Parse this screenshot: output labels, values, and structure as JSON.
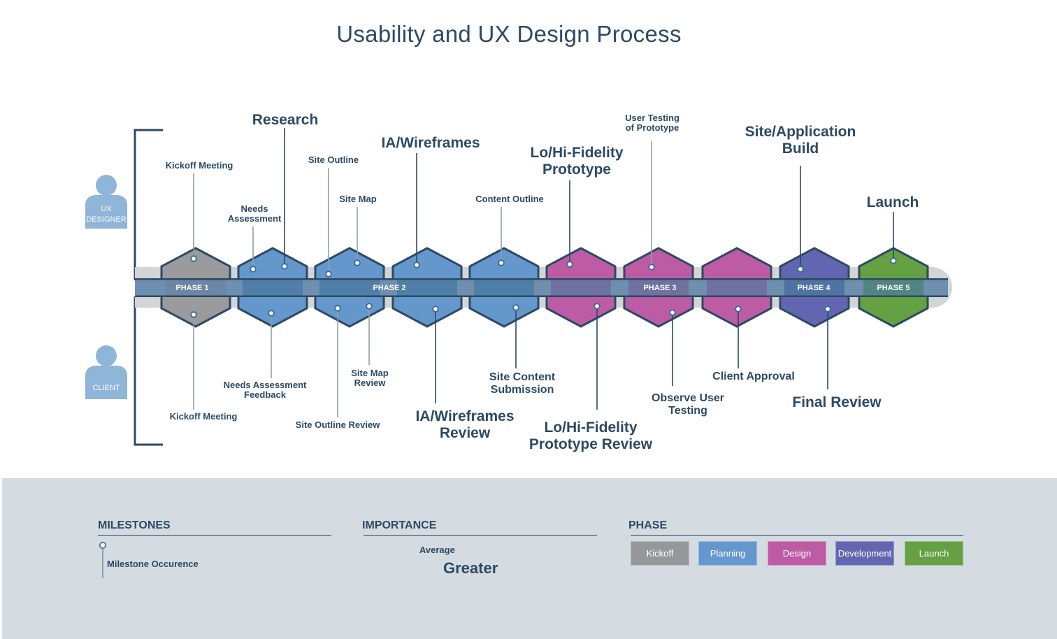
{
  "title": "Usability and UX Design Process",
  "roles": {
    "designer": {
      "label_line1": "UX",
      "label_line2": "DESIGNER"
    },
    "client": {
      "label": "CLIENT"
    }
  },
  "colors": {
    "kickoff": "#9a9b9d",
    "planning": "#6498cd",
    "design": "#bd5ca4",
    "development": "#6266b0",
    "launch": "#65a042",
    "outline": "#2c4a63",
    "band": "#4f7ea6",
    "track": "#d3d4d6",
    "minor_line": "#8ea0b1"
  },
  "phases": [
    {
      "label": "PHASE 1"
    },
    {
      "label": "PHASE 2"
    },
    {
      "label": "PHASE 3"
    },
    {
      "label": "PHASE 4"
    },
    {
      "label": "PHASE 5"
    }
  ],
  "hexagons": [
    {
      "phase": "kickoff"
    },
    {
      "phase": "planning"
    },
    {
      "phase": "planning"
    },
    {
      "phase": "planning"
    },
    {
      "phase": "planning"
    },
    {
      "phase": "design"
    },
    {
      "phase": "design"
    },
    {
      "phase": "design"
    },
    {
      "phase": "development"
    },
    {
      "phase": "launch"
    }
  ],
  "designer_milestones": [
    {
      "lines": [
        "Kickoff Meeting"
      ],
      "importance": "average"
    },
    {
      "lines": [
        "Needs",
        "Assessment"
      ],
      "importance": "average"
    },
    {
      "lines": [
        "Research"
      ],
      "importance": "greater"
    },
    {
      "lines": [
        "Site Outline"
      ],
      "importance": "average"
    },
    {
      "lines": [
        "Site Map"
      ],
      "importance": "average"
    },
    {
      "lines": [
        "IA/Wireframes"
      ],
      "importance": "greater"
    },
    {
      "lines": [
        "Content Outline"
      ],
      "importance": "average"
    },
    {
      "lines": [
        "Lo/Hi-Fidelity",
        "Prototype"
      ],
      "importance": "greater"
    },
    {
      "lines": [
        "User Testing",
        "of Prototype"
      ],
      "importance": "average"
    },
    {
      "lines": [
        "Site/Application",
        "Build"
      ],
      "importance": "greater"
    },
    {
      "lines": [
        "Launch"
      ],
      "importance": "greater"
    }
  ],
  "client_milestones": [
    {
      "lines": [
        "Kickoff Meeting"
      ],
      "importance": "average"
    },
    {
      "lines": [
        "Needs Assessment",
        "Feedback"
      ],
      "importance": "average"
    },
    {
      "lines": [
        "Site Outline Review"
      ],
      "importance": "average"
    },
    {
      "lines": [
        "Site Map",
        "Review"
      ],
      "importance": "average"
    },
    {
      "lines": [
        "IA/Wireframes",
        "Review"
      ],
      "importance": "greater"
    },
    {
      "lines": [
        "Site Content",
        "Submission"
      ],
      "importance": "greater_medium"
    },
    {
      "lines": [
        "Lo/Hi-Fidelity",
        "Prototype Review"
      ],
      "importance": "greater"
    },
    {
      "lines": [
        "Observe User",
        "Testing"
      ],
      "importance": "greater_medium"
    },
    {
      "lines": [
        "Client Approval"
      ],
      "importance": "greater_medium"
    },
    {
      "lines": [
        "Final Review"
      ],
      "importance": "greater"
    }
  ],
  "legend": {
    "milestones": {
      "heading": "MILESTONES",
      "item": "Milestone Occurence"
    },
    "importance": {
      "heading": "IMPORTANCE",
      "average": "Average",
      "greater": "Greater"
    },
    "phase": {
      "heading": "PHASE",
      "items": [
        {
          "label": "Kickoff",
          "color": "#96979a"
        },
        {
          "label": "Planning",
          "color": "#6498cd"
        },
        {
          "label": "Design",
          "color": "#bd5ca4"
        },
        {
          "label": "Development",
          "color": "#6266b0"
        },
        {
          "label": "Launch",
          "color": "#65a042"
        }
      ]
    }
  }
}
